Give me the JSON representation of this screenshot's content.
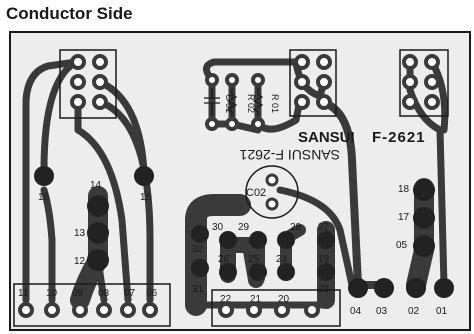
{
  "title": "Conductor Side",
  "brand": "SANSUI",
  "model": "F-2621",
  "mirror_text": "SANSUI F-2621",
  "components": {
    "c01": "C 01",
    "r02": "R 02",
    "r01": "R 01",
    "c02": "C02"
  },
  "pads": {
    "p16": "16",
    "p15": "15",
    "p14": "14",
    "p13": "13",
    "p12": "12",
    "p18": "18",
    "p17": "17",
    "p05": "05",
    "p30": "30",
    "p29": "29",
    "p28": "28",
    "p27": "27",
    "p32": "32",
    "p26": "26",
    "p25": "25",
    "p24": "24",
    "p19": "19",
    "p31": "31",
    "p22": "22",
    "p21": "21",
    "p20": "20",
    "p23": "23",
    "p11": "11",
    "p10": "10",
    "p09": "09",
    "p08": "08",
    "p07": "07",
    "p06": "06",
    "p04": "04",
    "p03": "03",
    "p02": "02",
    "p01": "01"
  },
  "colors": {
    "trace": "#3a3a3a",
    "board": "#ededed",
    "pad_ring": "#ffffff",
    "outline": "#1a1a1a"
  }
}
